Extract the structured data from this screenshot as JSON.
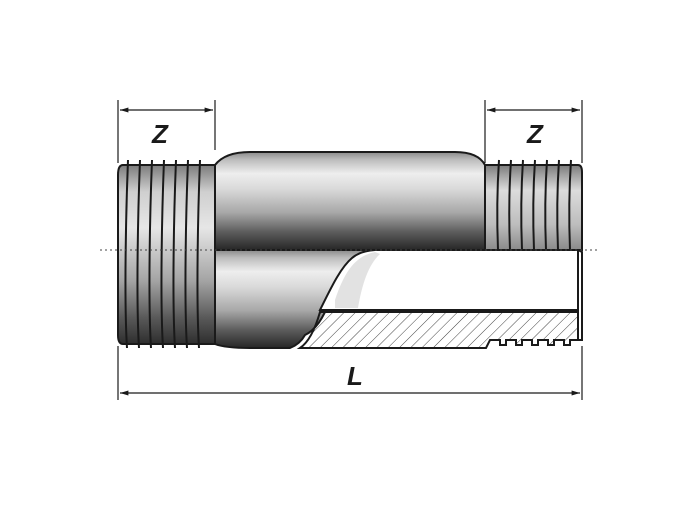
{
  "dimensions": {
    "left_thread_length": "Z",
    "right_thread_length": "Z",
    "overall_length": "L"
  },
  "colors": {
    "outline": "#1a1a1a",
    "hatch": "#333333",
    "centerline": "#444444",
    "bore": "#ffffff"
  }
}
